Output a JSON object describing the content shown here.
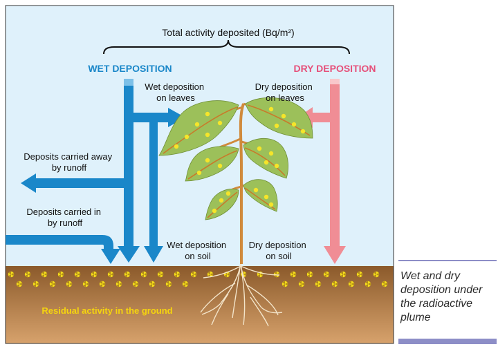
{
  "title": "Total activity deposited (Bq/m²)",
  "wet_deposition": {
    "heading": "WET DEPOSITION",
    "color": "#1a87c9",
    "on_leaves": [
      "Wet deposition",
      "on leaves"
    ],
    "on_soil": [
      "Wet deposition",
      "on soil"
    ],
    "carried_away": [
      "Deposits carried away",
      "by runoff"
    ],
    "carried_in": [
      "Deposits carried in",
      "by runoff"
    ]
  },
  "dry_deposition": {
    "heading": "DRY DEPOSITION",
    "color": "#e6507a",
    "arrow_color": "#f08d95",
    "on_leaves": [
      "Dry deposition",
      "on leaves"
    ],
    "on_soil": [
      "Dry deposition",
      "on soil"
    ]
  },
  "ground": {
    "label": "Residual activity in the ground",
    "label_color": "#f5d40f"
  },
  "caption": "Wet and dry\ndeposition under\nthe radioactive\nplume",
  "colors": {
    "sky": "#dff1fb",
    "soil_top": "#8b5a2b",
    "soil_bottom": "#d7a26c",
    "leaf": "#9cc05a",
    "leaf_vein": "#c97a2a",
    "stem": "#d08a3c",
    "caption_rule": "#8d8ec7"
  },
  "icons": [
    "radiation-icon"
  ]
}
